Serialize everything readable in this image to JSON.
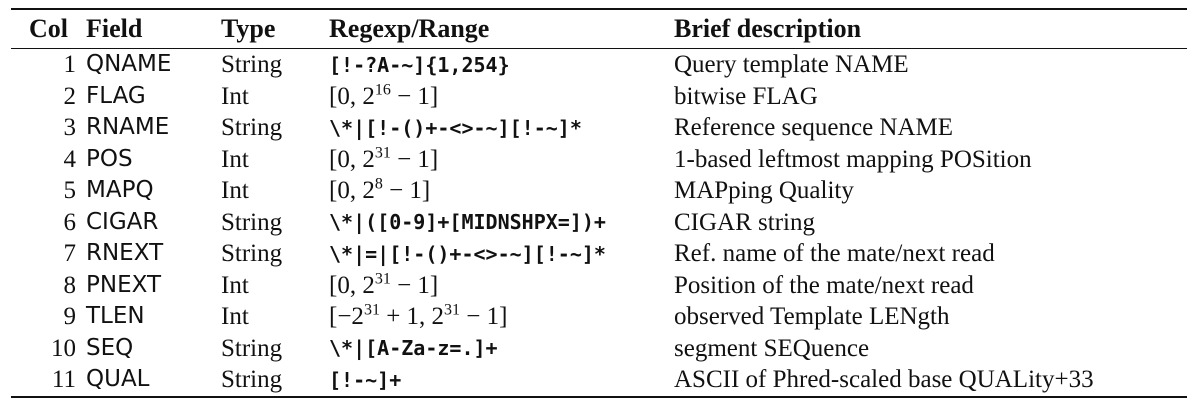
{
  "headers": [
    "Col",
    "Field",
    "Type",
    "Regexp/Range",
    "Brief description"
  ],
  "rows": [
    {
      "col": "1",
      "field": "QNAME",
      "type": "String",
      "range": "[!-?A-~]{1,254}",
      "desc": "Query template NAME"
    },
    {
      "col": "2",
      "field": "FLAG",
      "type": "Int",
      "range_base": "[0, 2",
      "range_exp": "16",
      "range_tail": " − 1]",
      "desc": "bitwise FLAG"
    },
    {
      "col": "3",
      "field": "RNAME",
      "type": "String",
      "range": "\\*|[!-()+-<>-~][!-~]*",
      "desc": "Reference sequence NAME"
    },
    {
      "col": "4",
      "field": "POS",
      "type": "Int",
      "range_base": "[0, 2",
      "range_exp": "31",
      "range_tail": " − 1]",
      "desc": "1-based leftmost mapping POSition"
    },
    {
      "col": "5",
      "field": "MAPQ",
      "type": "Int",
      "range_base": "[0, 2",
      "range_exp": "8",
      "range_tail": " − 1]",
      "desc": "MAPping Quality"
    },
    {
      "col": "6",
      "field": "CIGAR",
      "type": "String",
      "range": "\\*|([0-9]+[MIDNSHPX=])+",
      "desc": "CIGAR string"
    },
    {
      "col": "7",
      "field": "RNEXT",
      "type": "String",
      "range": "\\*|=|[!-()+-<>-~][!-~]*",
      "desc": "Ref. name of the mate/next read"
    },
    {
      "col": "8",
      "field": "PNEXT",
      "type": "Int",
      "range_base": "[0, 2",
      "range_exp": "31",
      "range_tail": " − 1]",
      "desc": "Position of the mate/next read"
    },
    {
      "col": "9",
      "field": "TLEN",
      "type": "Int",
      "range_base": "[−2",
      "range_exp": "31",
      "range_mid": " + 1, 2",
      "range_exp2": "31",
      "range_tail": " − 1]",
      "desc": "observed Template LENgth"
    },
    {
      "col": "10",
      "field": "SEQ",
      "type": "String",
      "range": "\\*|[A-Za-z=.]+",
      "desc": "segment SEQuence"
    },
    {
      "col": "11",
      "field": "QUAL",
      "type": "String",
      "range": "[!-~]+",
      "desc": "ASCII of Phred-scaled base QUALity+33"
    }
  ]
}
